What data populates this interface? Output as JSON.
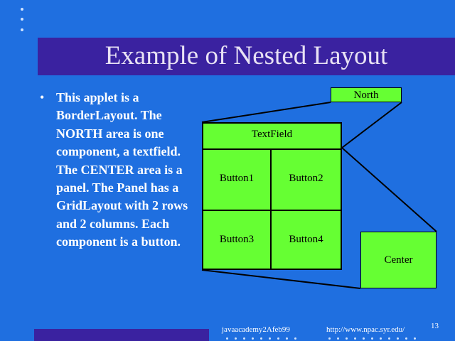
{
  "slide": {
    "title": "Example of Nested Layout",
    "bullet_symbol": "•",
    "bullet_text": "This applet is a BorderLayout.  The NORTH area is one component, a textfield.  The CENTER area is a panel.  The Panel has a GridLayout with 2 rows and 2 columns.  Each component is a button."
  },
  "diagram": {
    "north_label": "North",
    "center_label": "Center",
    "textfield_label": "TextField",
    "buttons": [
      "Button1",
      "Button2",
      "Button3",
      "Button4"
    ],
    "box_color": "#66ff33"
  },
  "footer": {
    "left": "javaacademy2Afeb99",
    "right": "http://www.npac.syr.edu/",
    "page": "13"
  },
  "colors": {
    "background": "#1f6fe0",
    "title_bar": "#3a22a0",
    "text": "#ffffff"
  }
}
